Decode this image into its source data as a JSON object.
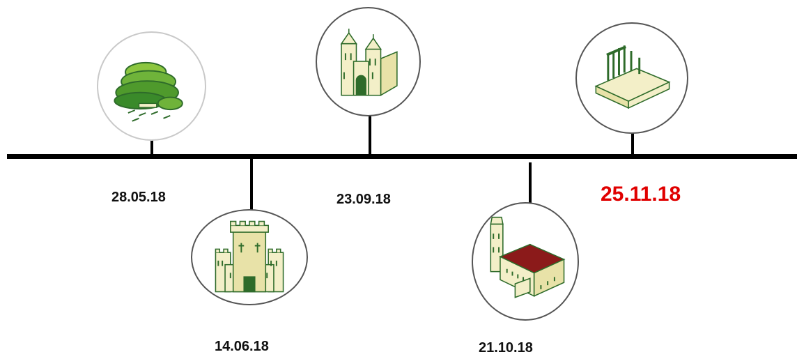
{
  "timeline": {
    "events": [
      {
        "date": "28.05.18",
        "icon": "garden-icon",
        "highlight": false
      },
      {
        "date": "14.06.18",
        "icon": "castle-icon",
        "highlight": false
      },
      {
        "date": "23.09.18",
        "icon": "cathedral-icon",
        "highlight": false
      },
      {
        "date": "21.10.18",
        "icon": "monastery-icon",
        "highlight": false
      },
      {
        "date": "25.11.18",
        "icon": "roman-ruins-icon",
        "highlight": true,
        "color": "#e00000"
      }
    ]
  },
  "colors": {
    "axis": "#000000",
    "icon_green": "#3a8a2a",
    "icon_light_green": "#8cc63f",
    "building_fill": "#f3efc8",
    "building_stroke": "#2e6b2a",
    "roof_red": "#8b1a1a"
  }
}
